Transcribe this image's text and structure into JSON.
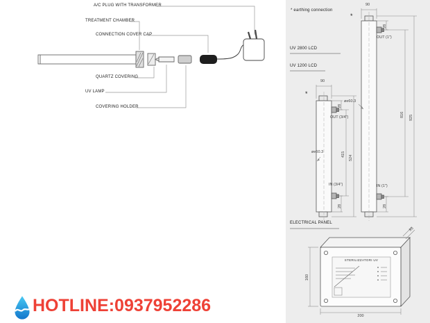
{
  "left_diagram": {
    "labels": {
      "plug": "A/C PLUG WITH TRANSFORMER",
      "chamber": "TREATMENT CHAMBER",
      "cover_cap": "CONNECTION COVER CAP",
      "quartz": "QUARTZ COVERING",
      "lamp": "UV LAMP",
      "holder": "COVERING HOLDER"
    }
  },
  "spec_panel": {
    "earthing_note": "* earthing connection",
    "star": "*",
    "model_2800_label": "UV 2800 LCD",
    "model_1200_label": "UV 1200 LCD",
    "electrical_panel_label": "ELECTRICAL PANEL",
    "uv2800": {
      "width_mm": "90",
      "out_offset_mm": "28",
      "out_port": "OUT (1\")",
      "diameter": "øe60.3",
      "ports_span_mm": "816",
      "overall_height_mm": "925",
      "in_port": "IN (1\")",
      "in_offset_mm": "28"
    },
    "uv1200": {
      "width_mm": "90",
      "out_offset_mm": "28",
      "out_port": "OUT (3/4\")",
      "diameter": "øe60.3",
      "ports_span_mm": "415",
      "overall_height_mm": "524",
      "in_port": "IN (3/4\")",
      "in_offset_mm": "28"
    },
    "panel": {
      "plate_title": "STERILIZZATORI UV",
      "depth_mm": "85",
      "height_mm": "160",
      "width_mm": "200"
    }
  },
  "hotline": {
    "text": "HOTLINE:0937952286"
  },
  "colors": {
    "panel_bg": "#ededed",
    "hotline_red": "#ee4136",
    "drop_blue": "#1f8fd8"
  }
}
